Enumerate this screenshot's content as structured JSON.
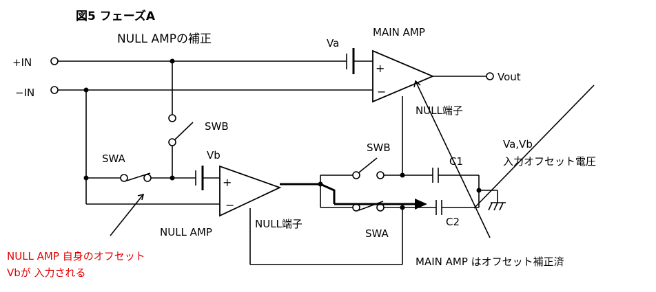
{
  "title": "図5 フェーズA",
  "subtitle": "NULL AMPの補正",
  "labels": {
    "main_amp": "MAIN AMP",
    "null_amp": "NULL AMP",
    "plus_in": "+IN",
    "minus_in": "−IN",
    "vout": "Vout",
    "va": "Va",
    "vb": "Vb",
    "swa_left": "SWA",
    "swb_left": "SWB",
    "swb_right": "SWB",
    "swa_right": "SWA",
    "c1": "C1",
    "c2": "C2",
    "null_terminal_main": "NULL端子",
    "null_terminal_null": "NULL端子",
    "plus_sign_main": "+",
    "minus_sign_main": "−",
    "plus_sign_null": "+",
    "minus_sign_null": "−"
  },
  "annotations": {
    "offset_label_line1": "Va,Vb",
    "offset_label_line2": "入力オフセット電圧",
    "null_offset_line1": "NULL AMP 自身のオフセット",
    "null_offset_line2": "Vbが 入力される",
    "main_corrected": "MAIN AMP はオフセット補正済"
  },
  "colors": {
    "annotation_red": "#e00000",
    "line": "#000000"
  }
}
